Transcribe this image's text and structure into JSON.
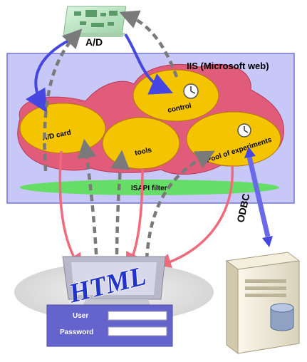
{
  "labels": {
    "ad_top": "A/D",
    "iis": "IIS (Microsoft web)",
    "control": "control",
    "ad_card": "A/D card",
    "tools": "tools",
    "pool": "Pool of experiments",
    "isapi": "ISAPI filter",
    "odbc": "ODBC",
    "html": "HTML",
    "user": "User",
    "password": "Password"
  },
  "colors": {
    "iis_panel": "#c8c8f8",
    "iis_border": "#7070d0",
    "pink_blob": "#e05a78",
    "yellow_node": "#f5c400",
    "isapi_green": "#66dd66",
    "blue_arrow": "#5555ee",
    "red_arrow": "#f07080",
    "gray_dash": "#888888",
    "login_panel": "#6666cc",
    "html_text": "#2233cc"
  }
}
